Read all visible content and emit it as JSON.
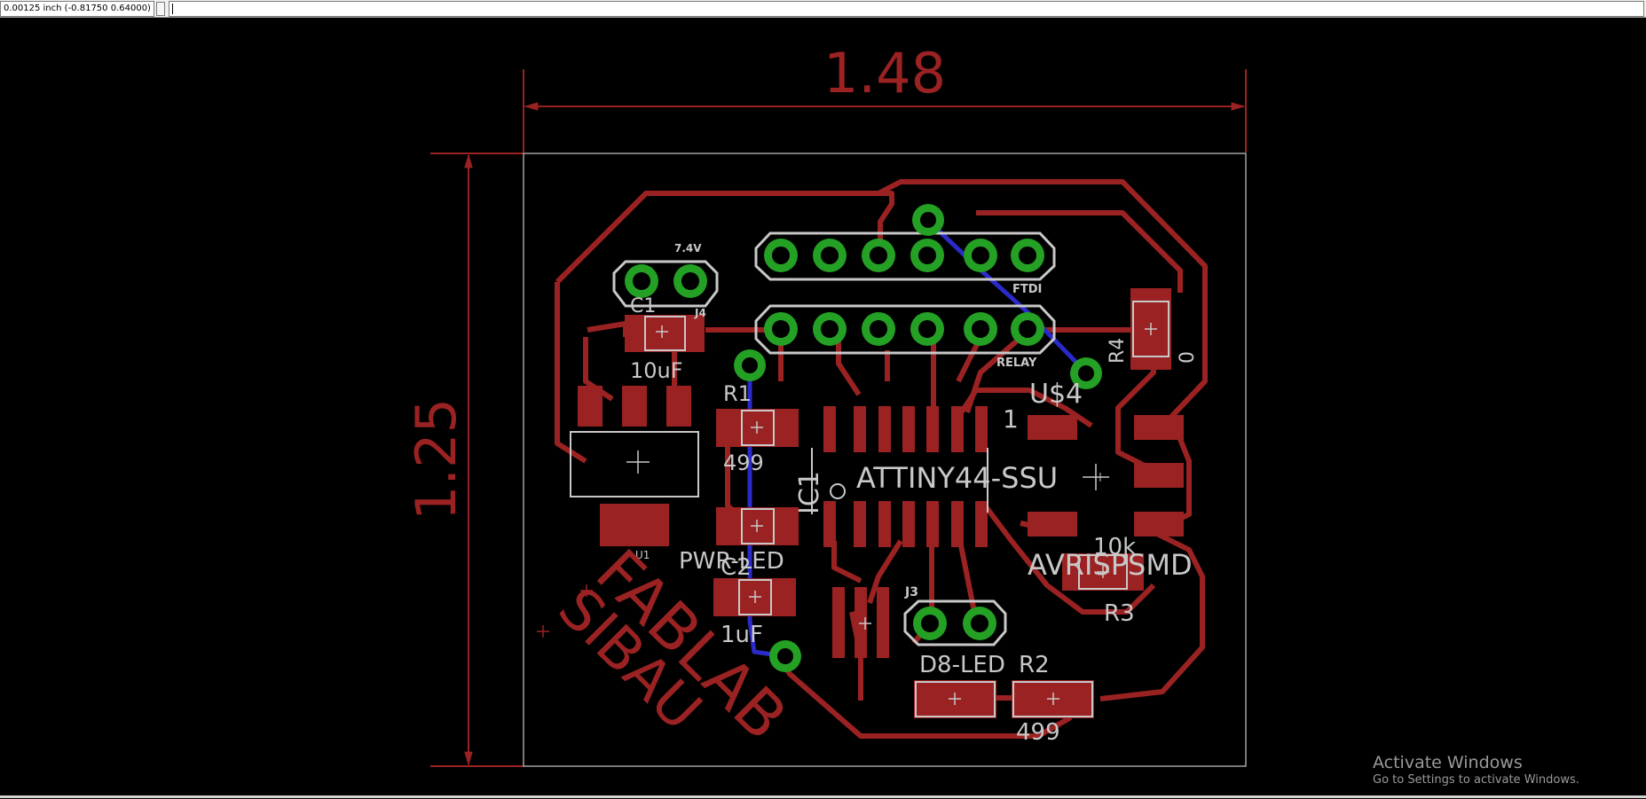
{
  "toolbar": {
    "coordinate_readout": "0.00125 inch (-0.81750 0.64000)",
    "command_line_value": ""
  },
  "dimensions": {
    "width": "1.48",
    "height": "1.25"
  },
  "labels": {
    "v74": "7.4V",
    "c1": "C1",
    "j4": "J4",
    "c1_value": "10uF",
    "ftdi": "FTDI",
    "relay": "RELAY",
    "r4": "R4",
    "r4_value": "0",
    "usd4": "U$4",
    "r1": "R1",
    "r1_value": "499",
    "pin1": "1",
    "ic1": "IC1",
    "ic1_value": "ATTINY44-SSU",
    "u1": "U1",
    "pwr_led": "PWR-LED",
    "c2": "C2",
    "c2_value": "1uF",
    "r3_value": "10k",
    "avrisp": "AVRISPSMD",
    "r3": "R3",
    "j3": "J3",
    "d8_led": "D8-LED",
    "r2": "R2",
    "r2_value": "499",
    "fablab": "FABLAB",
    "sibau": "SIBAU"
  },
  "watermark": {
    "title": "Activate Windows",
    "subtitle": "Go to Settings to activate Windows."
  },
  "colors": {
    "background": "#000000",
    "copper_top": "#9b2222",
    "copper_bottom": "#2a2ac8",
    "via": "#24a024",
    "outline": "#c8c8c8",
    "dimension": "#9b2222"
  }
}
